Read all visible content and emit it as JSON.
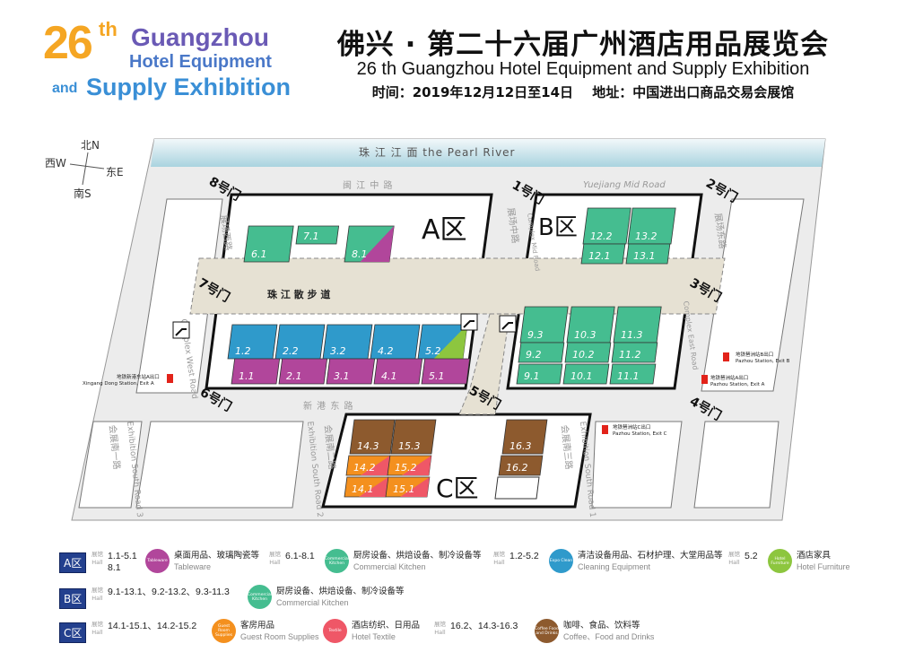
{
  "logo": {
    "number": "26",
    "suffix": "th",
    "line1": "Guangzhou",
    "line2": "Hotel Equipment",
    "line3a": "and",
    "line3b": "Supply Exhibition"
  },
  "header": {
    "title_cn": "佛兴 · 第二十六届广州酒店用品展览会",
    "title_en": "26 th Guangzhou Hotel Equipment and Supply Exhibition",
    "time": "时间：2019年12月12日至14日",
    "address": "地址：中国进出口商品交易会展馆"
  },
  "compass": {
    "n": "北N",
    "s": "南S",
    "e": "东E",
    "w": "西W"
  },
  "river": "珠  江  江  面     the  Pearl  River",
  "roads": {
    "minjiang": "闽 江 中 路",
    "yuejiang": "Yuejiang  Mid  Road",
    "west_cn": "展场西路",
    "mid_cn": "展场中路",
    "mid_en": "Complex Mid Road",
    "east_cn": "展场东路",
    "complex_west": "Complex  West  Road",
    "complex_east": "Complex  East  Road",
    "promenade": "珠 江 散 步 道",
    "xingang": "新 港 东 路",
    "south1_cn": "会展南一路",
    "south1_en": "Exhibition South Road 3",
    "south2_cn": "会展南二路",
    "south2_en": "Exhibition South Road 2",
    "south3_cn": "会展南三路",
    "south3_en": "Exhibition South Road 1"
  },
  "zones": {
    "a": "A区",
    "b": "B区",
    "c": "C区"
  },
  "gates": [
    "1号门",
    "2号门",
    "3号门",
    "4号门",
    "5号门",
    "6号门",
    "7号门",
    "8号门"
  ],
  "metro": {
    "xingang_cn": "地铁新港东站A出口",
    "xingang_en": "Xingang Dong Station, Exit A",
    "pazhou_a_cn": "地铁琶洲站A出口",
    "pazhou_a_en": "Pazhou Station, Exit A",
    "pazhou_b_cn": "地铁琶洲站B出口",
    "pazhou_b_en": "Pazhou Station, Exit B",
    "pazhou_c_cn": "地铁琶洲站C出口",
    "pazhou_c_en": "Pazhou Station, Exit C"
  },
  "colors": {
    "kitchen": "#45bd90",
    "clean": "#2f9acb",
    "tableware": "#b1469b",
    "furniture": "#8dc63f",
    "coffee": "#8d5a2e",
    "guest": "#f4901e",
    "textile": "#ef5767",
    "zone_badge": "#23408e"
  },
  "booths": [
    {
      "label": "6.1",
      "cat": "kitchen"
    },
    {
      "label": "7.1",
      "cat": "kitchen"
    },
    {
      "label": "8.1",
      "cat": "kitchen",
      "cat2": "tableware"
    },
    {
      "label": "1.2",
      "cat": "clean"
    },
    {
      "label": "2.2",
      "cat": "clean"
    },
    {
      "label": "3.2",
      "cat": "clean"
    },
    {
      "label": "4.2",
      "cat": "clean"
    },
    {
      "label": "5.2",
      "cat": "clean",
      "cat2": "furniture"
    },
    {
      "label": "1.1",
      "cat": "tableware"
    },
    {
      "label": "2.1",
      "cat": "tableware"
    },
    {
      "label": "3.1",
      "cat": "tableware"
    },
    {
      "label": "4.1",
      "cat": "tableware"
    },
    {
      "label": "5.1",
      "cat": "tableware"
    },
    {
      "label": "12.2",
      "cat": "kitchen"
    },
    {
      "label": "12.1",
      "cat": "kitchen"
    },
    {
      "label": "13.2",
      "cat": "kitchen"
    },
    {
      "label": "13.1",
      "cat": "kitchen"
    },
    {
      "label": "9.3",
      "cat": "kitchen"
    },
    {
      "label": "9.2",
      "cat": "kitchen"
    },
    {
      "label": "9.1",
      "cat": "kitchen"
    },
    {
      "label": "10.3",
      "cat": "kitchen"
    },
    {
      "label": "10.2",
      "cat": "kitchen"
    },
    {
      "label": "10.1",
      "cat": "kitchen"
    },
    {
      "label": "11.3",
      "cat": "kitchen"
    },
    {
      "label": "11.2",
      "cat": "kitchen"
    },
    {
      "label": "11.1",
      "cat": "kitchen"
    },
    {
      "label": "14.3",
      "cat": "coffee"
    },
    {
      "label": "14.2",
      "cat": "guest",
      "cat2": "textile"
    },
    {
      "label": "14.1",
      "cat": "guest",
      "cat2": "textile"
    },
    {
      "label": "15.3",
      "cat": "coffee"
    },
    {
      "label": "15.2",
      "cat": "guest",
      "cat2": "textile"
    },
    {
      "label": "15.1",
      "cat": "guest",
      "cat2": "textile"
    },
    {
      "label": "16.3",
      "cat": "coffee"
    },
    {
      "label": "16.2",
      "cat": "coffee"
    }
  ],
  "legend": {
    "hall_cn": "展馆",
    "hall_en": "Hall",
    "rows": [
      {
        "zone": "A区",
        "items": [
          {
            "halls": "1.1-5.1",
            "halls2": "8.1",
            "cn": "桌面用品、玻璃陶瓷等",
            "en": "Tableware",
            "icon": "tableware-icon",
            "icon_text": "Tableware",
            "color": "#b1469b"
          },
          {
            "halls": "6.1-8.1",
            "cn": "厨房设备、烘焙设备、制冷设备等",
            "en": "Commercial Kitchen",
            "icon": "kitchen-icon",
            "icon_text": "Commercial Kitchen",
            "color": "#45bd90"
          },
          {
            "halls": "1.2-5.2",
            "cn": "清洁设备用品、石材护理、大堂用品等",
            "en": "Cleaning Equipment",
            "icon": "cleaning-icon",
            "icon_text": "Expo Clean",
            "color": "#2f9acb"
          },
          {
            "halls": "5.2",
            "cn": "酒店家具",
            "en": "Hotel Furniture",
            "icon": "furniture-icon",
            "icon_text": "Hotel Furniture",
            "color": "#8dc63f"
          }
        ]
      },
      {
        "zone": "B区",
        "items": [
          {
            "halls": "9.1-13.1、9.2-13.2、9.3-11.3",
            "cn": "厨房设备、烘焙设备、制冷设备等",
            "en": "Commercial Kitchen",
            "icon": "kitchen-icon",
            "icon_text": "Commercial Kitchen",
            "color": "#45bd90"
          }
        ]
      },
      {
        "zone": "C区",
        "items": [
          {
            "halls": "14.1-15.1、14.2-15.2",
            "cn": "客房用品",
            "en": "Guest Room Supplies",
            "icon": "guest-room-icon",
            "icon_text": "Guest Room Supplies",
            "color": "#f4901e"
          },
          {
            "cn": "酒店纺织、日用品",
            "en": "Hotel Textile",
            "icon": "textile-icon",
            "icon_text": "Textile",
            "color": "#ef5767"
          },
          {
            "halls": "16.2、14.3-16.3",
            "cn": "咖啡、食品、饮料等",
            "en": "Coffee、Food and Drinks",
            "icon": "coffee-icon",
            "icon_text": "Coffee Food and Drinks",
            "color": "#8d5a2e"
          }
        ]
      }
    ]
  }
}
